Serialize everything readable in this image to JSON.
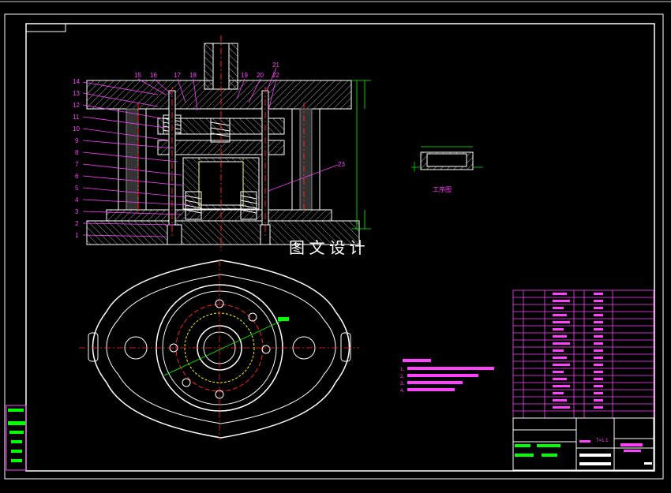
{
  "canvas": {
    "background": "#000000"
  },
  "colors": {
    "frame": "#ffffff",
    "outline": "#ffffff",
    "hatch": "#c8c8c8",
    "center": "#ff2020",
    "leader": "#ff40ff",
    "dim": "#00ff00",
    "table": "#ff40ff",
    "hidden": "#ffff00",
    "watermark": "#ffffff"
  },
  "watermark": "图 文 设 计",
  "part_numbers_left": [
    "14",
    "13",
    "12",
    "11",
    "10",
    "9",
    "8",
    "7",
    "6",
    "5",
    "4",
    "3",
    "2",
    "1"
  ],
  "part_numbers_top": [
    "15",
    "16",
    "17",
    "18",
    "19",
    "20",
    "21",
    "22"
  ],
  "part_number_right": "23",
  "workpiece_label": "工序图",
  "tech_notes": [
    "1、",
    "2、",
    "3、",
    "4、"
  ],
  "title_block_text": "T=1:1"
}
